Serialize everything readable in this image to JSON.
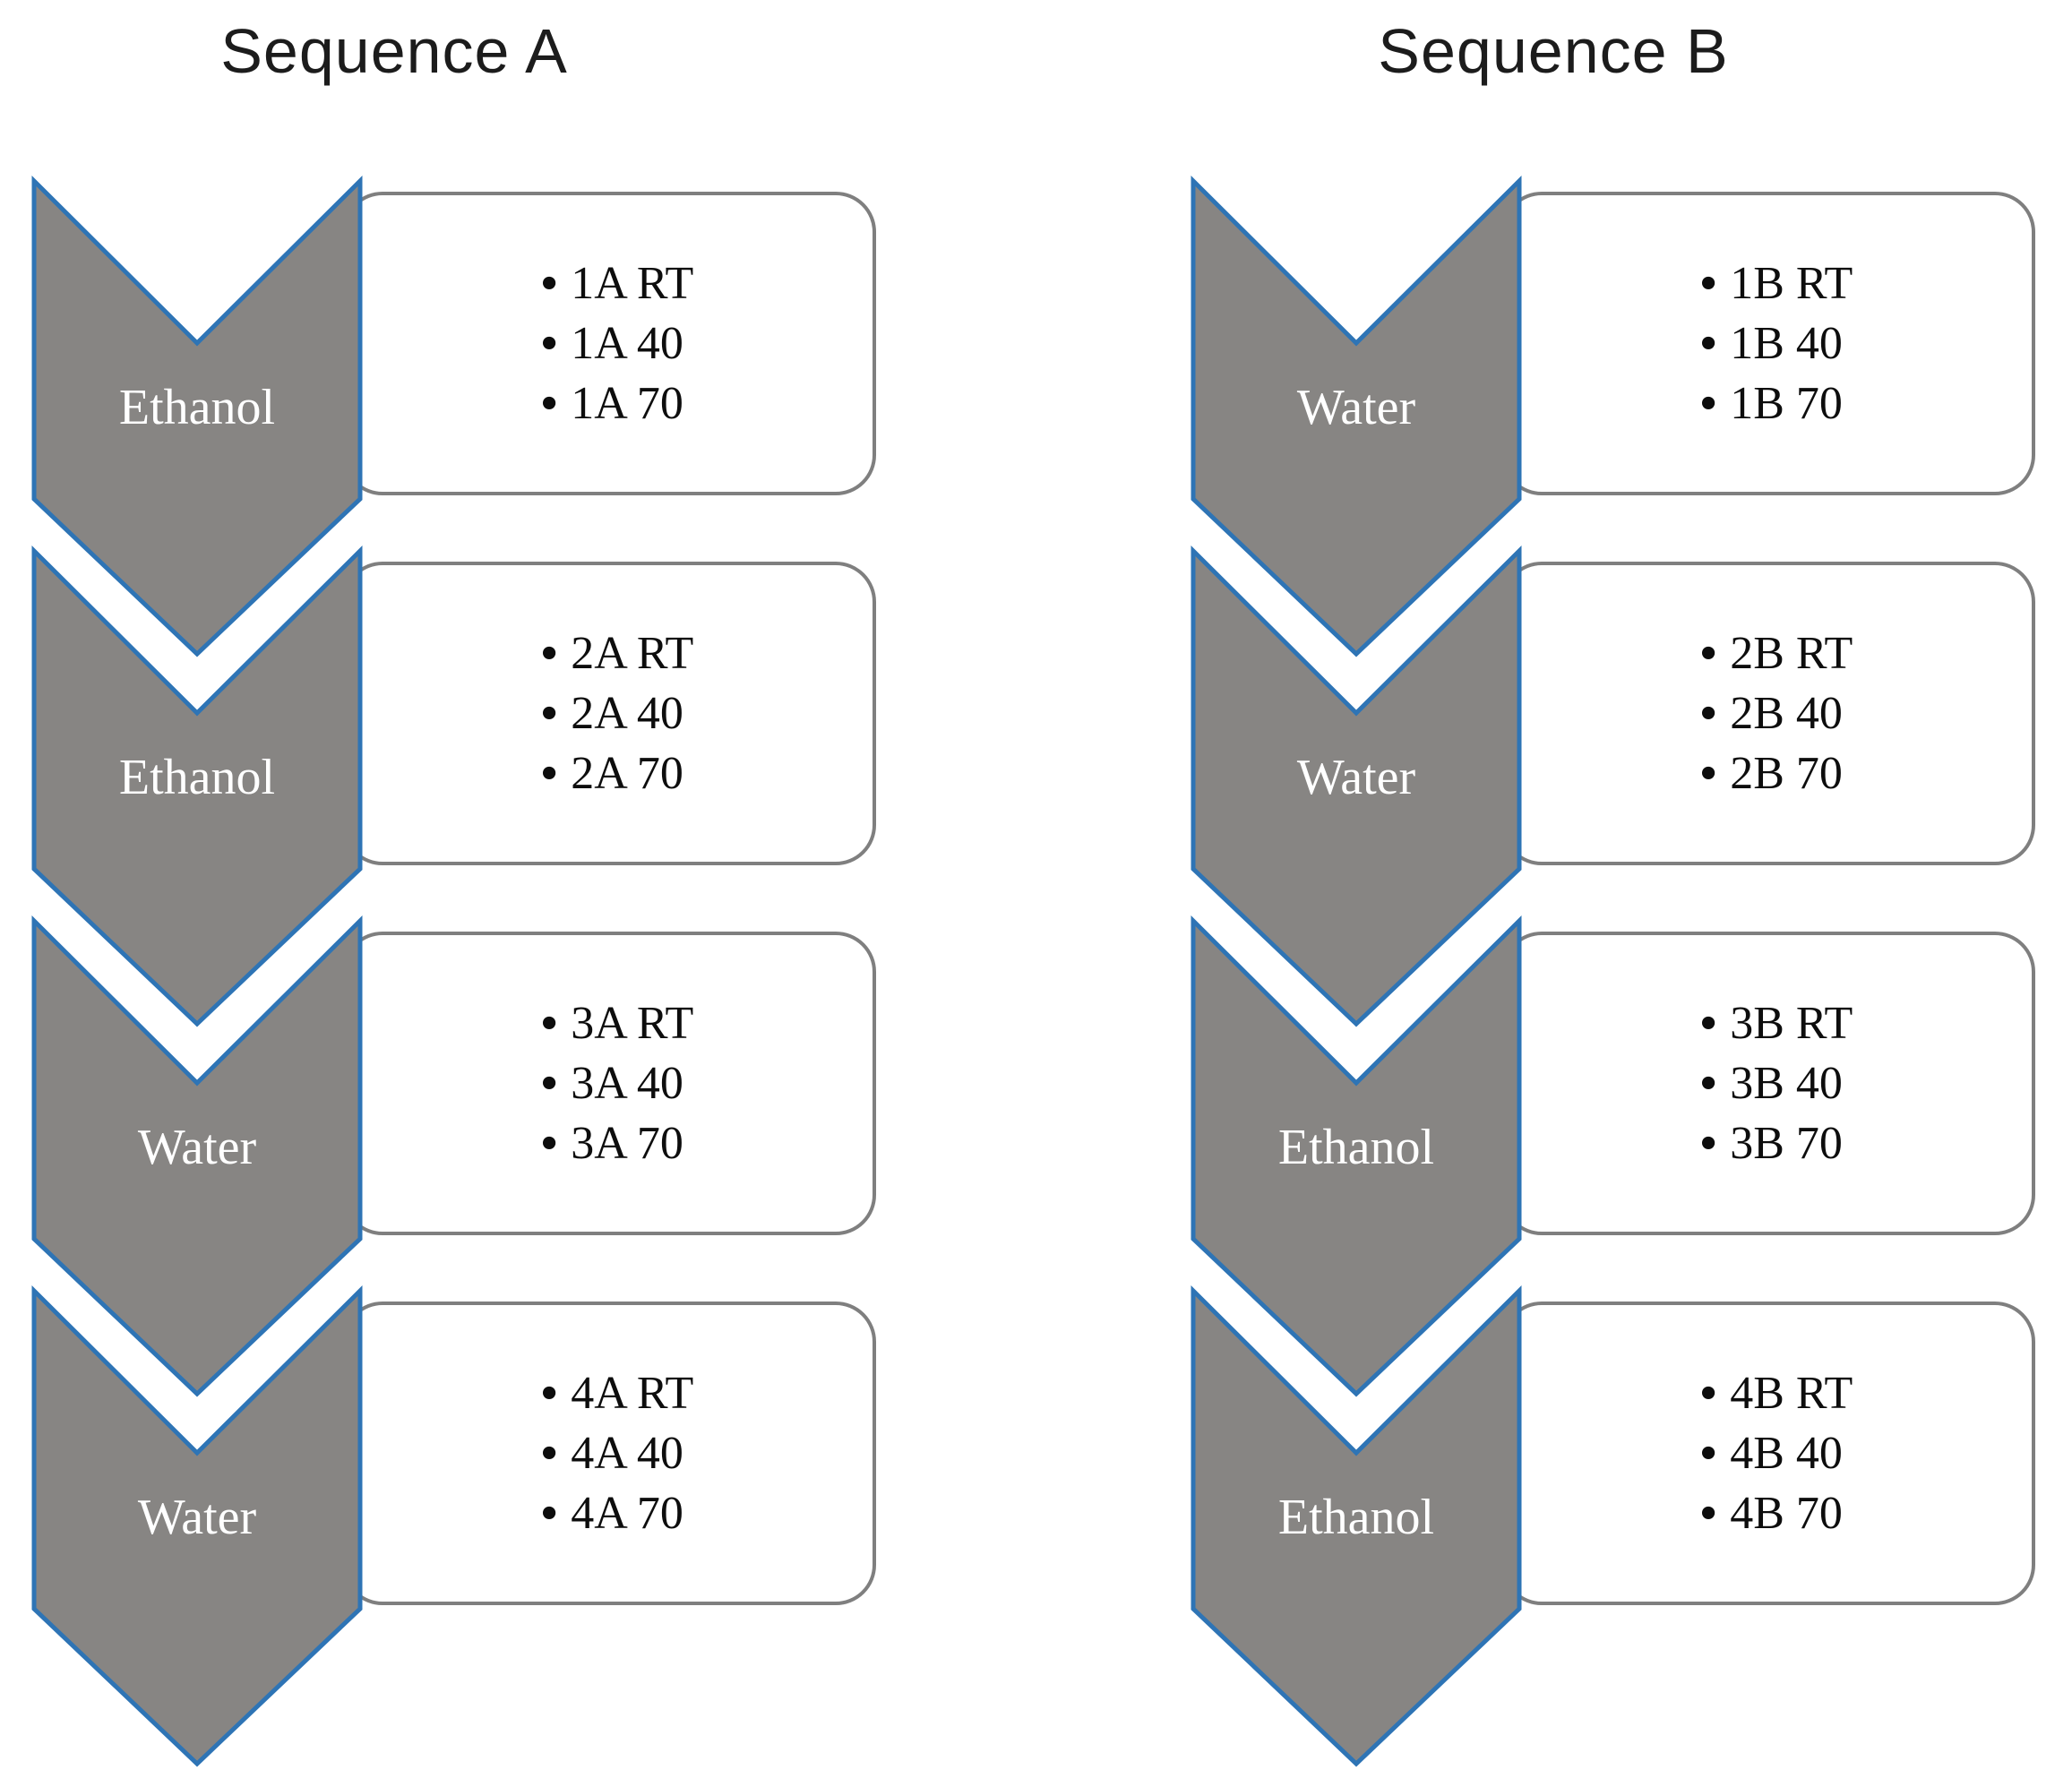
{
  "figure": {
    "bullet_glyph": "•",
    "colors": {
      "chevron_fill": "#878583",
      "chevron_border": "#2E74B5",
      "box_border": "#7F7F7F",
      "box_fill": "#FFFFFF",
      "chevron_label_text": "#FFFFFF",
      "bullet_text": "#0D0D0D",
      "title_text": "#1C1C1C",
      "background": "#FFFFFF"
    },
    "columns": [
      {
        "title": "Sequence A",
        "rows": [
          {
            "label": "Ethanol",
            "items": [
              "1A RT",
              "1A 40",
              "1A 70"
            ]
          },
          {
            "label": "Ethanol",
            "items": [
              "2A RT",
              "2A 40",
              "2A 70"
            ]
          },
          {
            "label": "Water",
            "items": [
              "3A RT",
              "3A 40",
              "3A 70"
            ]
          },
          {
            "label": "Water",
            "items": [
              "4A RT",
              "4A 40",
              "4A 70"
            ]
          }
        ]
      },
      {
        "title": "Sequence B",
        "rows": [
          {
            "label": "Water",
            "items": [
              "1B RT",
              "1B 40",
              "1B 70"
            ]
          },
          {
            "label": "Water",
            "items": [
              "2B RT",
              "2B 40",
              "2B 70"
            ]
          },
          {
            "label": "Ethanol",
            "items": [
              "3B RT",
              "3B 40",
              "3B 70"
            ]
          },
          {
            "label": "Ethanol",
            "items": [
              "4B RT",
              "4B 40",
              "4B 70"
            ]
          }
        ]
      }
    ]
  }
}
